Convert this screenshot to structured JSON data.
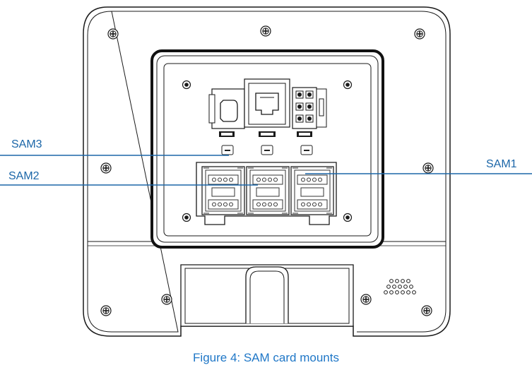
{
  "labels": {
    "sam3": "SAM3",
    "sam2": "SAM2",
    "sam1": "SAM1"
  },
  "caption": "Figure 4: SAM card mounts",
  "colors": {
    "callout_line": "#1b66a8",
    "callout_text": "#1b66a8",
    "caption": "#1f77c7",
    "outline": "#1a1a1a"
  },
  "icons": {
    "screw": "phillips-screw-icon",
    "speaker": "speaker-grille-icon",
    "usb": "usb-port-icon",
    "ethernet": "ethernet-port-icon",
    "connector": "multi-pin-connector-icon",
    "sam_slot": "sim-card-slot-icon"
  }
}
